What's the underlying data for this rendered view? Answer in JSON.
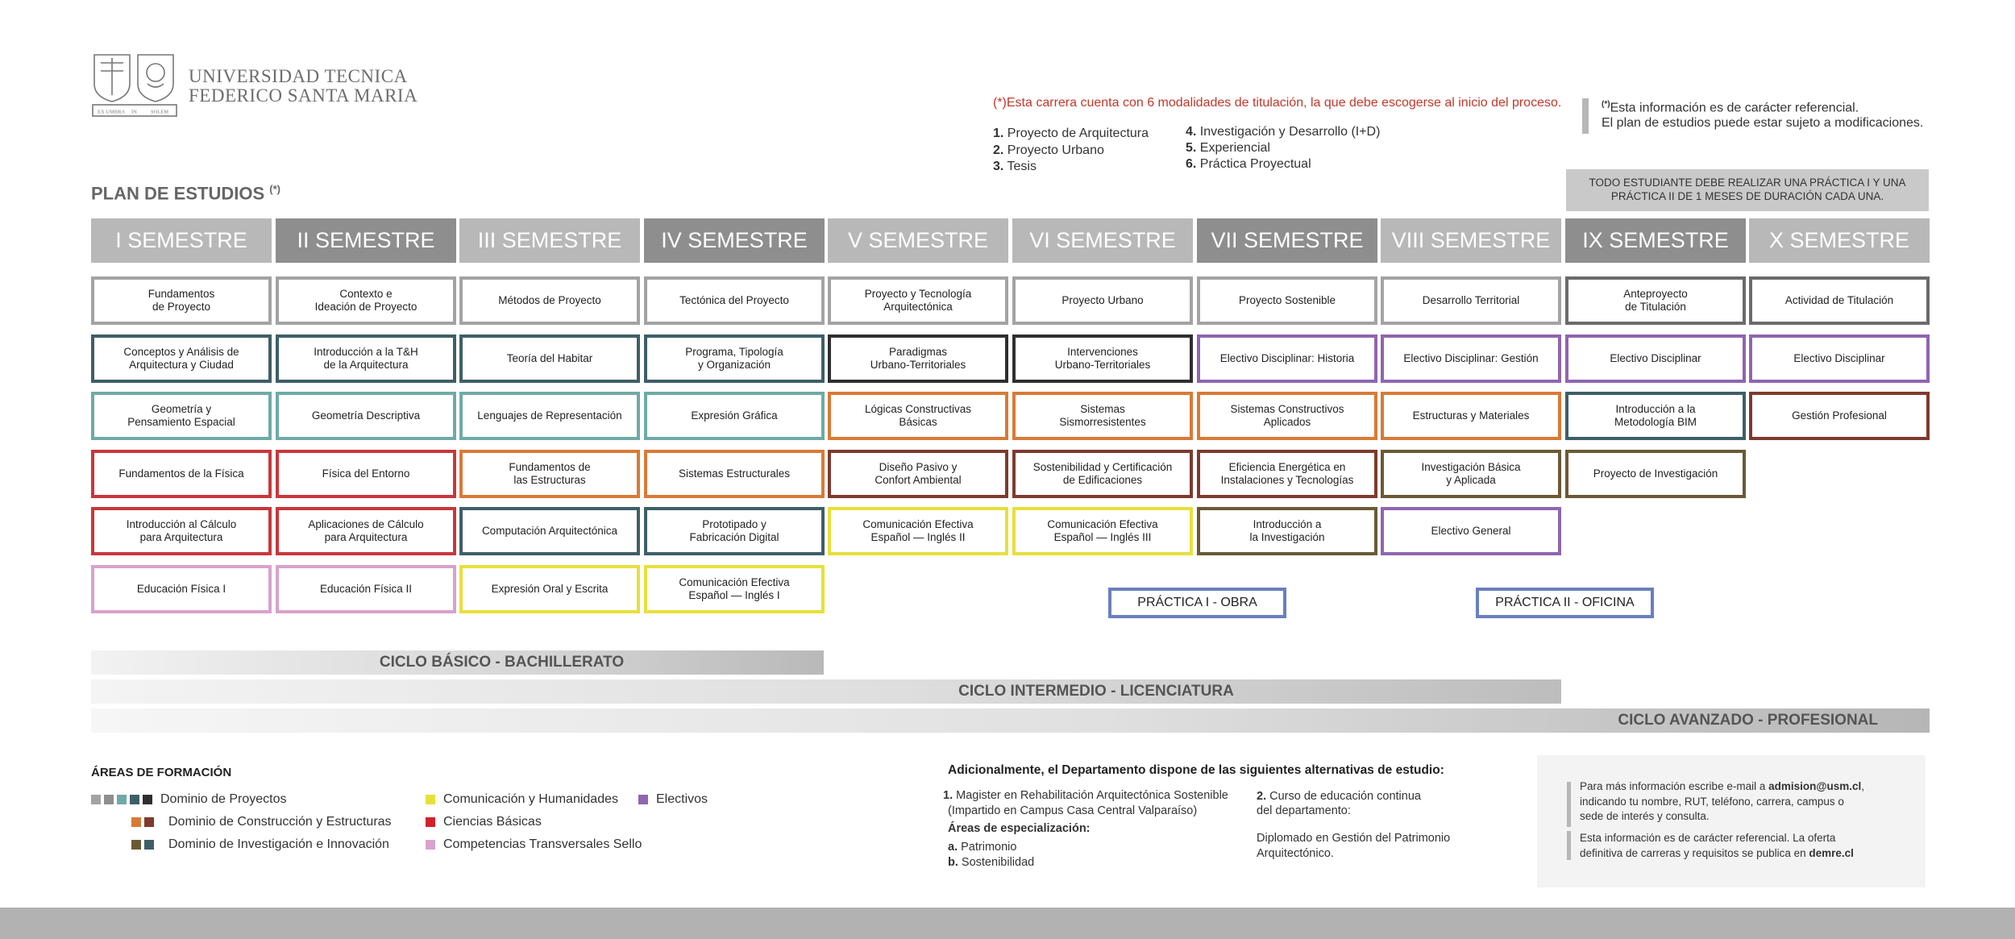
{
  "header": {
    "university_line1": "UNIVERSIDAD TECNICA",
    "university_line2": "FEDERICO SANTA MARIA",
    "logo_motto_left": "EX UMBRA",
    "logo_motto_center": "IN",
    "logo_motto_right": "SOLEM",
    "modes_note": "(*)Esta carrera cuenta con 6 modalidades de titulación, la que debe escogerse al inicio del proceso.",
    "modes": [
      {
        "num": "1.",
        "label": "Proyecto de Arquitectura"
      },
      {
        "num": "2.",
        "label": "Proyecto Urbano"
      },
      {
        "num": "3.",
        "label": "Tesis"
      },
      {
        "num": "4.",
        "label": "Investigación y Desarrollo (I+D)"
      },
      {
        "num": "5.",
        "label": "Experiencial"
      },
      {
        "num": "6.",
        "label": "Práctica Proyectual"
      }
    ],
    "ref_mark": "(*)",
    "ref_line1": "Esta información es de carácter referencial.",
    "ref_line2": "El plan de estudios puede estar sujeto a modificaciones.",
    "plan_title": "PLAN DE ESTUDIOS",
    "plan_title_mark": "(*)",
    "practica_note": "TODO ESTUDIANTE DEBE REALIZAR UNA PRÁCTICA I Y UNA PRÁCTICA II DE 1 MESES DE DURACIÓN CADA UNA."
  },
  "colors": {
    "proyectos_1": "#a3a3a3",
    "proyectos_2": "#2f2f2f",
    "proyectos_teal": "#6faaa6",
    "proyectos_dark_teal": "#3e5f68",
    "construccion_orange": "#d97a37",
    "construccion_brown": "#7e3a2e",
    "investigacion_olive": "#6a5a34",
    "comunicacion": "#e6e03b",
    "ciencias": "#c8373b",
    "sello": "#d8a2cc",
    "electivos": "#9065b0",
    "practica": "#6a7fbf"
  },
  "semesters": [
    {
      "label": "I SEMESTRE",
      "bg": "#b8b8b8",
      "courses": [
        {
          "name": "Fundamentos\nde Proyecto",
          "color": "#a3a3a3"
        },
        {
          "name": "Conceptos y Análisis de\nArquitectura y Ciudad",
          "color": "#3e5f68"
        },
        {
          "name": "Geometría y\nPensamiento Espacial",
          "color": "#6faaa6"
        },
        {
          "name": "Fundamentos de la Física",
          "color": "#c8373b"
        },
        {
          "name": "Introducción al Cálculo\npara Arquitectura",
          "color": "#c8373b"
        },
        {
          "name": "Educación Física I",
          "color": "#d8a2cc"
        }
      ]
    },
    {
      "label": "II SEMESTRE",
      "bg": "#8e8e8e",
      "courses": [
        {
          "name": "Contexto e\nIdeación de Proyecto",
          "color": "#a3a3a3"
        },
        {
          "name": "Introducción a la T&H\nde la Arquitectura",
          "color": "#3e5f68"
        },
        {
          "name": "Geometría Descriptiva",
          "color": "#6faaa6"
        },
        {
          "name": "Física del Entorno",
          "color": "#c8373b"
        },
        {
          "name": "Aplicaciones de Cálculo\npara Arquitectura",
          "color": "#c8373b"
        },
        {
          "name": "Educación Física II",
          "color": "#d8a2cc"
        }
      ]
    },
    {
      "label": "III SEMESTRE",
      "bg": "#b8b8b8",
      "courses": [
        {
          "name": "Métodos de Proyecto",
          "color": "#a3a3a3"
        },
        {
          "name": "Teoría del Habitar",
          "color": "#3e5f68"
        },
        {
          "name": "Lenguajes de Representación",
          "color": "#6faaa6"
        },
        {
          "name": "Fundamentos de\nlas Estructuras",
          "color": "#d97a37"
        },
        {
          "name": "Computación Arquitectónica",
          "color": "#3e5f68"
        },
        {
          "name": "Expresión Oral y Escrita",
          "color": "#e6e03b"
        }
      ]
    },
    {
      "label": "IV SEMESTRE",
      "bg": "#8e8e8e",
      "courses": [
        {
          "name": "Tectónica del Proyecto",
          "color": "#a3a3a3"
        },
        {
          "name": "Programa, Tipología\ny Organización",
          "color": "#3e5f68"
        },
        {
          "name": "Expresión Gráfica",
          "color": "#6faaa6"
        },
        {
          "name": "Sistemas Estructurales",
          "color": "#d97a37"
        },
        {
          "name": "Prototipado y\nFabricación Digital",
          "color": "#3e5f68"
        },
        {
          "name": "Comunicación Efectiva\nEspañol — Inglés I",
          "color": "#e6e03b"
        }
      ]
    },
    {
      "label": "V SEMESTRE",
      "bg": "#b8b8b8",
      "courses": [
        {
          "name": "Proyecto y Tecnología\nArquitectónica",
          "color": "#a3a3a3"
        },
        {
          "name": "Paradigmas\nUrbano-Territoriales",
          "color": "#2f2f2f"
        },
        {
          "name": "Lógicas Constructivas\nBásicas",
          "color": "#d97a37"
        },
        {
          "name": "Diseño Pasivo y\nConfort Ambiental",
          "color": "#7e3a2e"
        },
        {
          "name": "Comunicación Efectiva\nEspañol — Inglés II",
          "color": "#e6e03b"
        }
      ]
    },
    {
      "label": "VI SEMESTRE",
      "bg": "#b8b8b8",
      "courses": [
        {
          "name": "Proyecto Urbano",
          "color": "#a3a3a3"
        },
        {
          "name": "Intervenciones\nUrbano-Territoriales",
          "color": "#2f2f2f"
        },
        {
          "name": "Sistemas\nSismorresistentes",
          "color": "#d97a37"
        },
        {
          "name": "Sostenibilidad y Certificación\nde Edificaciones",
          "color": "#7e3a2e"
        },
        {
          "name": "Comunicación Efectiva\nEspañol — Inglés III",
          "color": "#e6e03b"
        }
      ]
    },
    {
      "label": "VII SEMESTRE",
      "bg": "#8e8e8e",
      "courses": [
        {
          "name": "Proyecto Sostenible",
          "color": "#a3a3a3"
        },
        {
          "name": "Electivo Disciplinar: Historia",
          "color": "#9065b0"
        },
        {
          "name": "Sistemas Constructivos\nAplicados",
          "color": "#d97a37"
        },
        {
          "name": "Eficiencia Energética en\nInstalaciones y Tecnologías",
          "color": "#7e3a2e"
        },
        {
          "name": "Introducción a\nla Investigación",
          "color": "#6a5a34"
        }
      ]
    },
    {
      "label": "VIII SEMESTRE",
      "bg": "#b8b8b8",
      "courses": [
        {
          "name": "Desarrollo Territorial",
          "color": "#a3a3a3"
        },
        {
          "name": "Electivo Disciplinar: Gestión",
          "color": "#9065b0"
        },
        {
          "name": "Estructuras y Materiales",
          "color": "#d97a37"
        },
        {
          "name": "Investigación Básica\ny Aplicada",
          "color": "#6a5a34"
        },
        {
          "name": "Electivo General",
          "color": "#9065b0"
        }
      ]
    },
    {
      "label": "IX SEMESTRE",
      "bg": "#8e8e8e",
      "courses": [
        {
          "name": "Anteproyecto\nde Titulación",
          "color": "#6b6b6b"
        },
        {
          "name": "Electivo Disciplinar",
          "color": "#9065b0"
        },
        {
          "name": "Introducción a la\nMetodología BIM",
          "color": "#3e5f68"
        },
        {
          "name": "Proyecto de Investigación",
          "color": "#6a5a34"
        }
      ]
    },
    {
      "label": "X SEMESTRE",
      "bg": "#b8b8b8",
      "courses": [
        {
          "name": "Actividad de Titulación",
          "color": "#6b6b6b"
        },
        {
          "name": "Electivo Disciplinar",
          "color": "#9065b0"
        },
        {
          "name": "Gestión Profesional",
          "color": "#7e3a2e"
        }
      ]
    }
  ],
  "practicas": {
    "practica1": "PRÁCTICA I - OBRA",
    "practica2": "PRÁCTICA II - OFICINA"
  },
  "cycles": {
    "basico": "CICLO BÁSICO - BACHILLERATO",
    "intermedio": "CICLO INTERMEDIO - LICENCIATURA",
    "avanzado": "CICLO AVANZADO - PROFESIONAL"
  },
  "areas": {
    "title": "ÁREAS DE FORMACIÓN",
    "items": [
      {
        "label": "Dominio de Proyectos"
      },
      {
        "label": "Dominio de Construcción y Estructuras"
      },
      {
        "label": "Dominio de Investigación e Innovación"
      },
      {
        "label": "Comunicación y Humanidades"
      },
      {
        "label": "Ciencias Básicas"
      },
      {
        "label": "Competencias Transversales Sello"
      },
      {
        "label": "Electivos"
      }
    ]
  },
  "additional": {
    "title": "Adicionalmente, el Departamento dispone de las siguientes alternativas de estudio:",
    "item1_num": "1.",
    "item1_line1": "Magister en Rehabilitación Arquitectónica Sostenible",
    "item1_line2": "(Impartido en Campus Casa Central Valparaíso)",
    "spec_title": "Áreas de especialización:",
    "spec_a_mark": "a.",
    "spec_a": "Patrimonio",
    "spec_b_mark": "b.",
    "spec_b": "Sostenibilidad",
    "item2_num": "2.",
    "item2_line1": "Curso de educación continua",
    "item2_line2": "del departamento:",
    "item2_line3": "Diplomado en Gestión del Patrimonio",
    "item2_line4": "Arquitectónico."
  },
  "info": {
    "p1_line1_pre": "Para más información escribe e-mail a ",
    "p1_email": "admision@usm.cl",
    "p1_line1_post": ",",
    "p1_line2": "indicando tu nombre, RUT, teléfono, carrera, campus o",
    "p1_line3": "sede de interés y consulta.",
    "p2_line1": "Esta información es de carácter referencial. La oferta",
    "p2_line2_pre": "definitiva de carreras y requisitos se publica en ",
    "p2_site": "demre.cl"
  }
}
